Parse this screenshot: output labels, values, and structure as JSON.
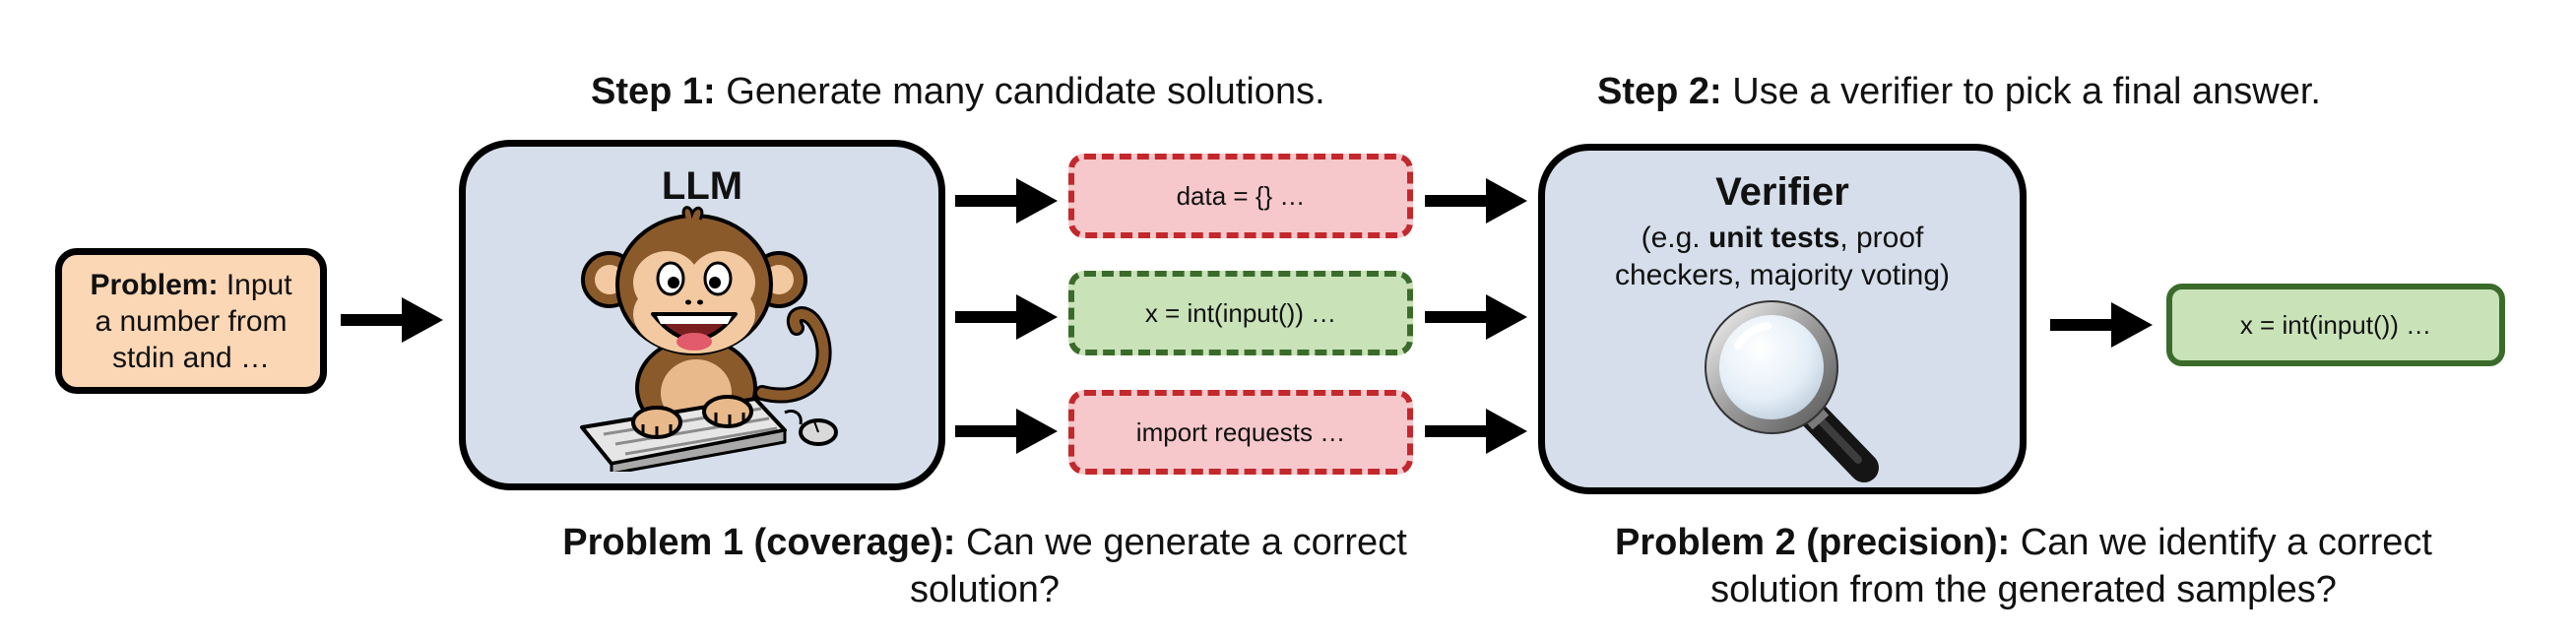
{
  "step1": {
    "bold": "Step 1:",
    "text": " Generate many candidate solutions."
  },
  "step2": {
    "bold": "Step 2:",
    "text": " Use a verifier to pick a final answer."
  },
  "problem": {
    "bold": "Problem:",
    "line1": " Input",
    "line2": "a number from",
    "line3": "stdin and …"
  },
  "llm": {
    "title": "LLM"
  },
  "candidates": [
    {
      "text": "data = {} …",
      "status": "wrong"
    },
    {
      "text": "x = int(input()) …",
      "status": "correct"
    },
    {
      "text": "import requests …",
      "status": "wrong"
    }
  ],
  "verifier": {
    "title": "Verifier",
    "sub_prefix": "(e.g. ",
    "sub_bold": "unit tests",
    "sub_suffix": ", proof",
    "sub_line2": "checkers, majority voting)"
  },
  "final_answer": {
    "text": "x = int(input()) …"
  },
  "problem1": {
    "bold": "Problem 1 (coverage):",
    "line1": " Can we generate a correct",
    "line2": "solution?"
  },
  "problem2": {
    "bold": "Problem 2 (precision):",
    "line1": " Can we identify a correct",
    "line2": "solution from the generated samples?"
  },
  "colors": {
    "problem_fill": "#fbd7b5",
    "box_fill": "#d5deea",
    "wrong_fill": "#f6c8cb",
    "wrong_border": "#c2282c",
    "correct_fill": "#c9e2b8",
    "correct_border": "#3b6b2a"
  },
  "icons": {
    "llm": "monkey-typing-on-keyboard-icon",
    "verifier": "magnifying-glass-icon"
  }
}
